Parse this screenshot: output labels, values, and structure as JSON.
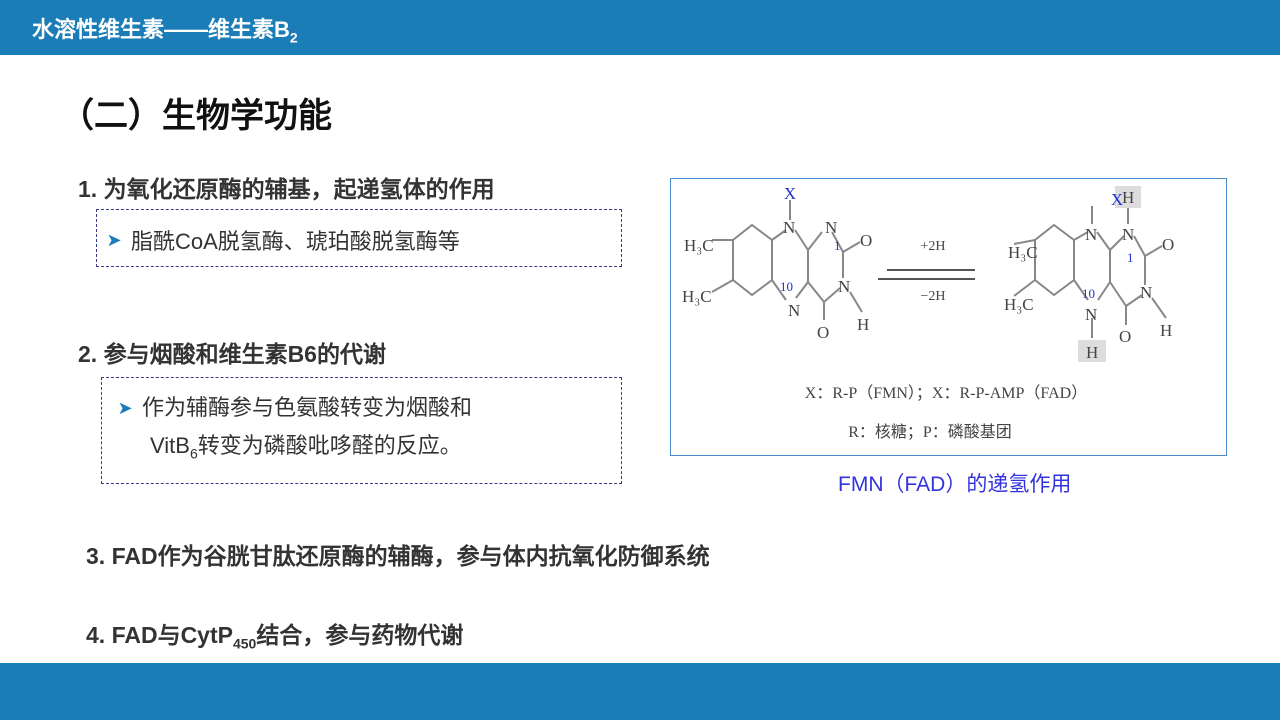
{
  "header": {
    "title": "水溶性维生素——维生素B",
    "title_sub": "2"
  },
  "section_title": "（二）生物学功能",
  "points": [
    {
      "label": "1. 为氧化还原酶的辅基，起递氢体的作用",
      "bullets": [
        "脂酰CoA脱氢酶、琥珀酸脱氢酶等"
      ]
    },
    {
      "label": "2. 参与烟酸和维生素B6的代谢",
      "bullet_line1": "作为辅酶参与色氨酸转变为烟酸和",
      "bullet_line2_pre": "VitB",
      "bullet_line2_sub": "6",
      "bullet_line2_post": "转变为磷酸吡哆醛的反应。"
    },
    {
      "label": "3. FAD作为谷胱甘肽还原酶的辅酶，参与体内抗氧化防御系统"
    },
    {
      "label_pre": "4. FAD与CytP",
      "label_sub": "450",
      "label_post": "结合，参与药物代谢"
    }
  ],
  "figure": {
    "x_label": "X",
    "h3c": "H₃C",
    "n": "N",
    "o": "O",
    "h": "H",
    "num1": "1",
    "num10": "10",
    "plus": "+2H",
    "minus": "−2H",
    "legend1": "X：R-P（FMN）；X：R-P-AMP（FAD）",
    "legend2": "R：核糖；P：磷酸基团",
    "caption": "FMN（FAD）的递氢作用"
  },
  "colors": {
    "accent": "#1a7db7",
    "caption": "#3333dd"
  }
}
